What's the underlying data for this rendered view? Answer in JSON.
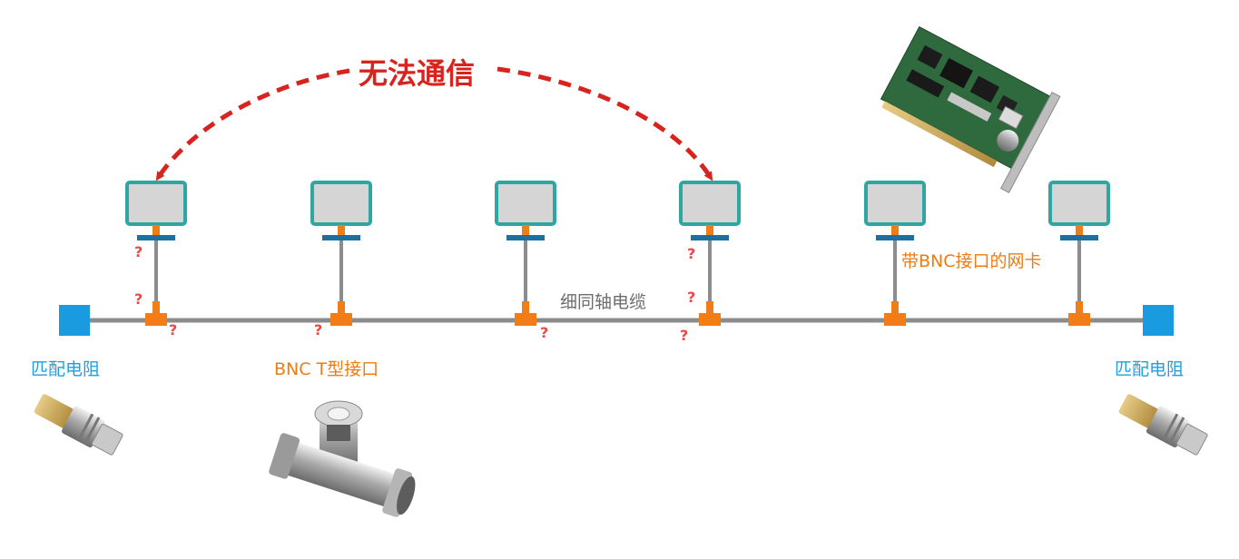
{
  "title": "无法通信",
  "cable_label": "细同轴电缆",
  "terminator_label": "匹配电阻",
  "t_connector_label": "BNC  T型接口",
  "nic_label": "带BNC接口的网卡",
  "question_mark": "?",
  "colors": {
    "cable": "#8c8c8c",
    "connector": "#f07d16",
    "terminator": "#1a9be0",
    "monitor_border": "#2ea7a0",
    "monitor_fill": "#d5d5d5",
    "monitor_base": "#1d6fa0",
    "arrow": "#d8241e",
    "question": "#e84848",
    "label_blue": "#1e9fe0",
    "label_orange": "#ee7b14"
  },
  "icons": [
    "computer-monitor-icon",
    "bnc-t-connector-photo",
    "bnc-terminator-photo",
    "network-card-photo"
  ]
}
